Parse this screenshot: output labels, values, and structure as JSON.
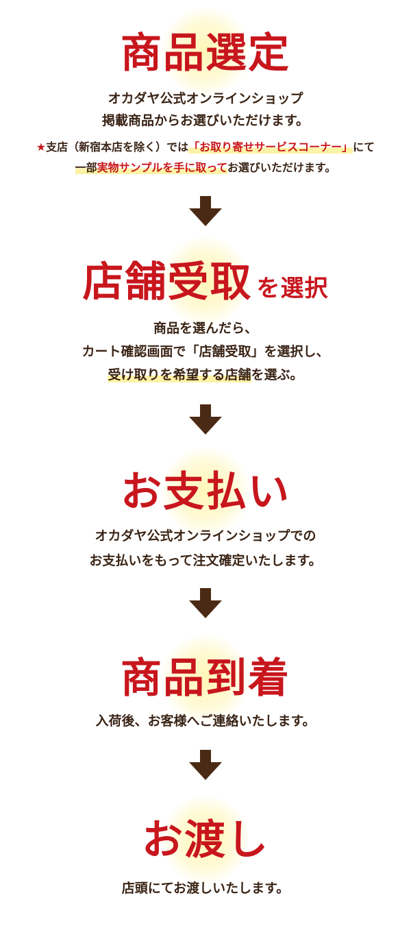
{
  "steps": {
    "s1": {
      "title": "商品選定",
      "desc_line1": "オカダヤ公式オンラインショップ",
      "desc_line2": "掲載商品からお選びいただけます。",
      "note_star": "★",
      "note_a": "支店（新宿本店を除く）では",
      "note_b": "「お取り寄せサービスコーナー」",
      "note_c": "にて",
      "note_d": "一部",
      "note_e": "実物サンプルを手に取って",
      "note_f": "お選びいただけます。"
    },
    "s2": {
      "title_big": "店舗受取",
      "title_small": "を選択",
      "line1": "商品を選んだら、",
      "line2": "カート確認画面で「店舗受取」を選択し、",
      "line3_hl": "受け取りを希望する店舗",
      "line3_rest": "を選ぶ。"
    },
    "s3": {
      "title": "お支払い",
      "line1": "オカダヤ公式オンラインショップでの",
      "line2": "お支払いをもって注文確定いたします。"
    },
    "s4": {
      "title": "商品到着",
      "line1": "入荷後、お客様へご連絡いたします。"
    },
    "s5": {
      "title": "お渡し",
      "line1": "店頭にてお渡しいたします。"
    }
  },
  "colors": {
    "title_red": "#c8161d",
    "text_brown": "#3a2416",
    "arrow_brown": "#4a2a14",
    "highlight_yellow": "#fdf3a6",
    "glow_yellow": "#fff6b8"
  },
  "icons": {
    "arrow": "down-arrow-icon"
  }
}
